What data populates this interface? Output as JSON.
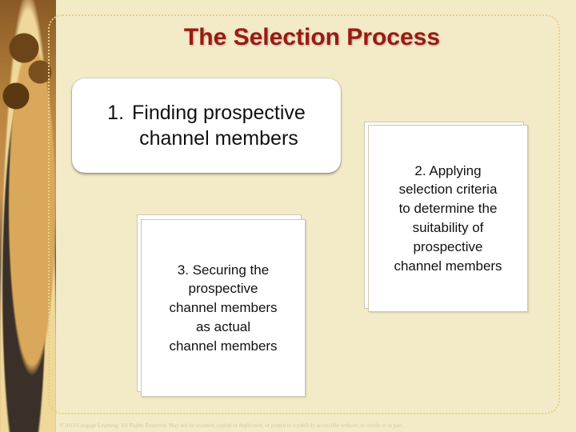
{
  "slide": {
    "title": "The Selection Process",
    "footer": "©2013 Cengage Learning. All Rights Reserved. May not be scanned, copied or duplicated, or posted to a publicly accessible website, in whole or in part."
  },
  "steps": [
    {
      "number": "1.",
      "text": "Finding prospective\nchannel members"
    },
    {
      "text": "2. Applying\nselection criteria\nto determine the\nsuitability of\nprospective\nchannel members"
    },
    {
      "text": "3. Securing the\nprospective\nchannel members\nas actual\nchannel members"
    }
  ],
  "colors": {
    "title": "#9a1a14",
    "background": "#f3ebc8",
    "card": "#ffffff"
  }
}
